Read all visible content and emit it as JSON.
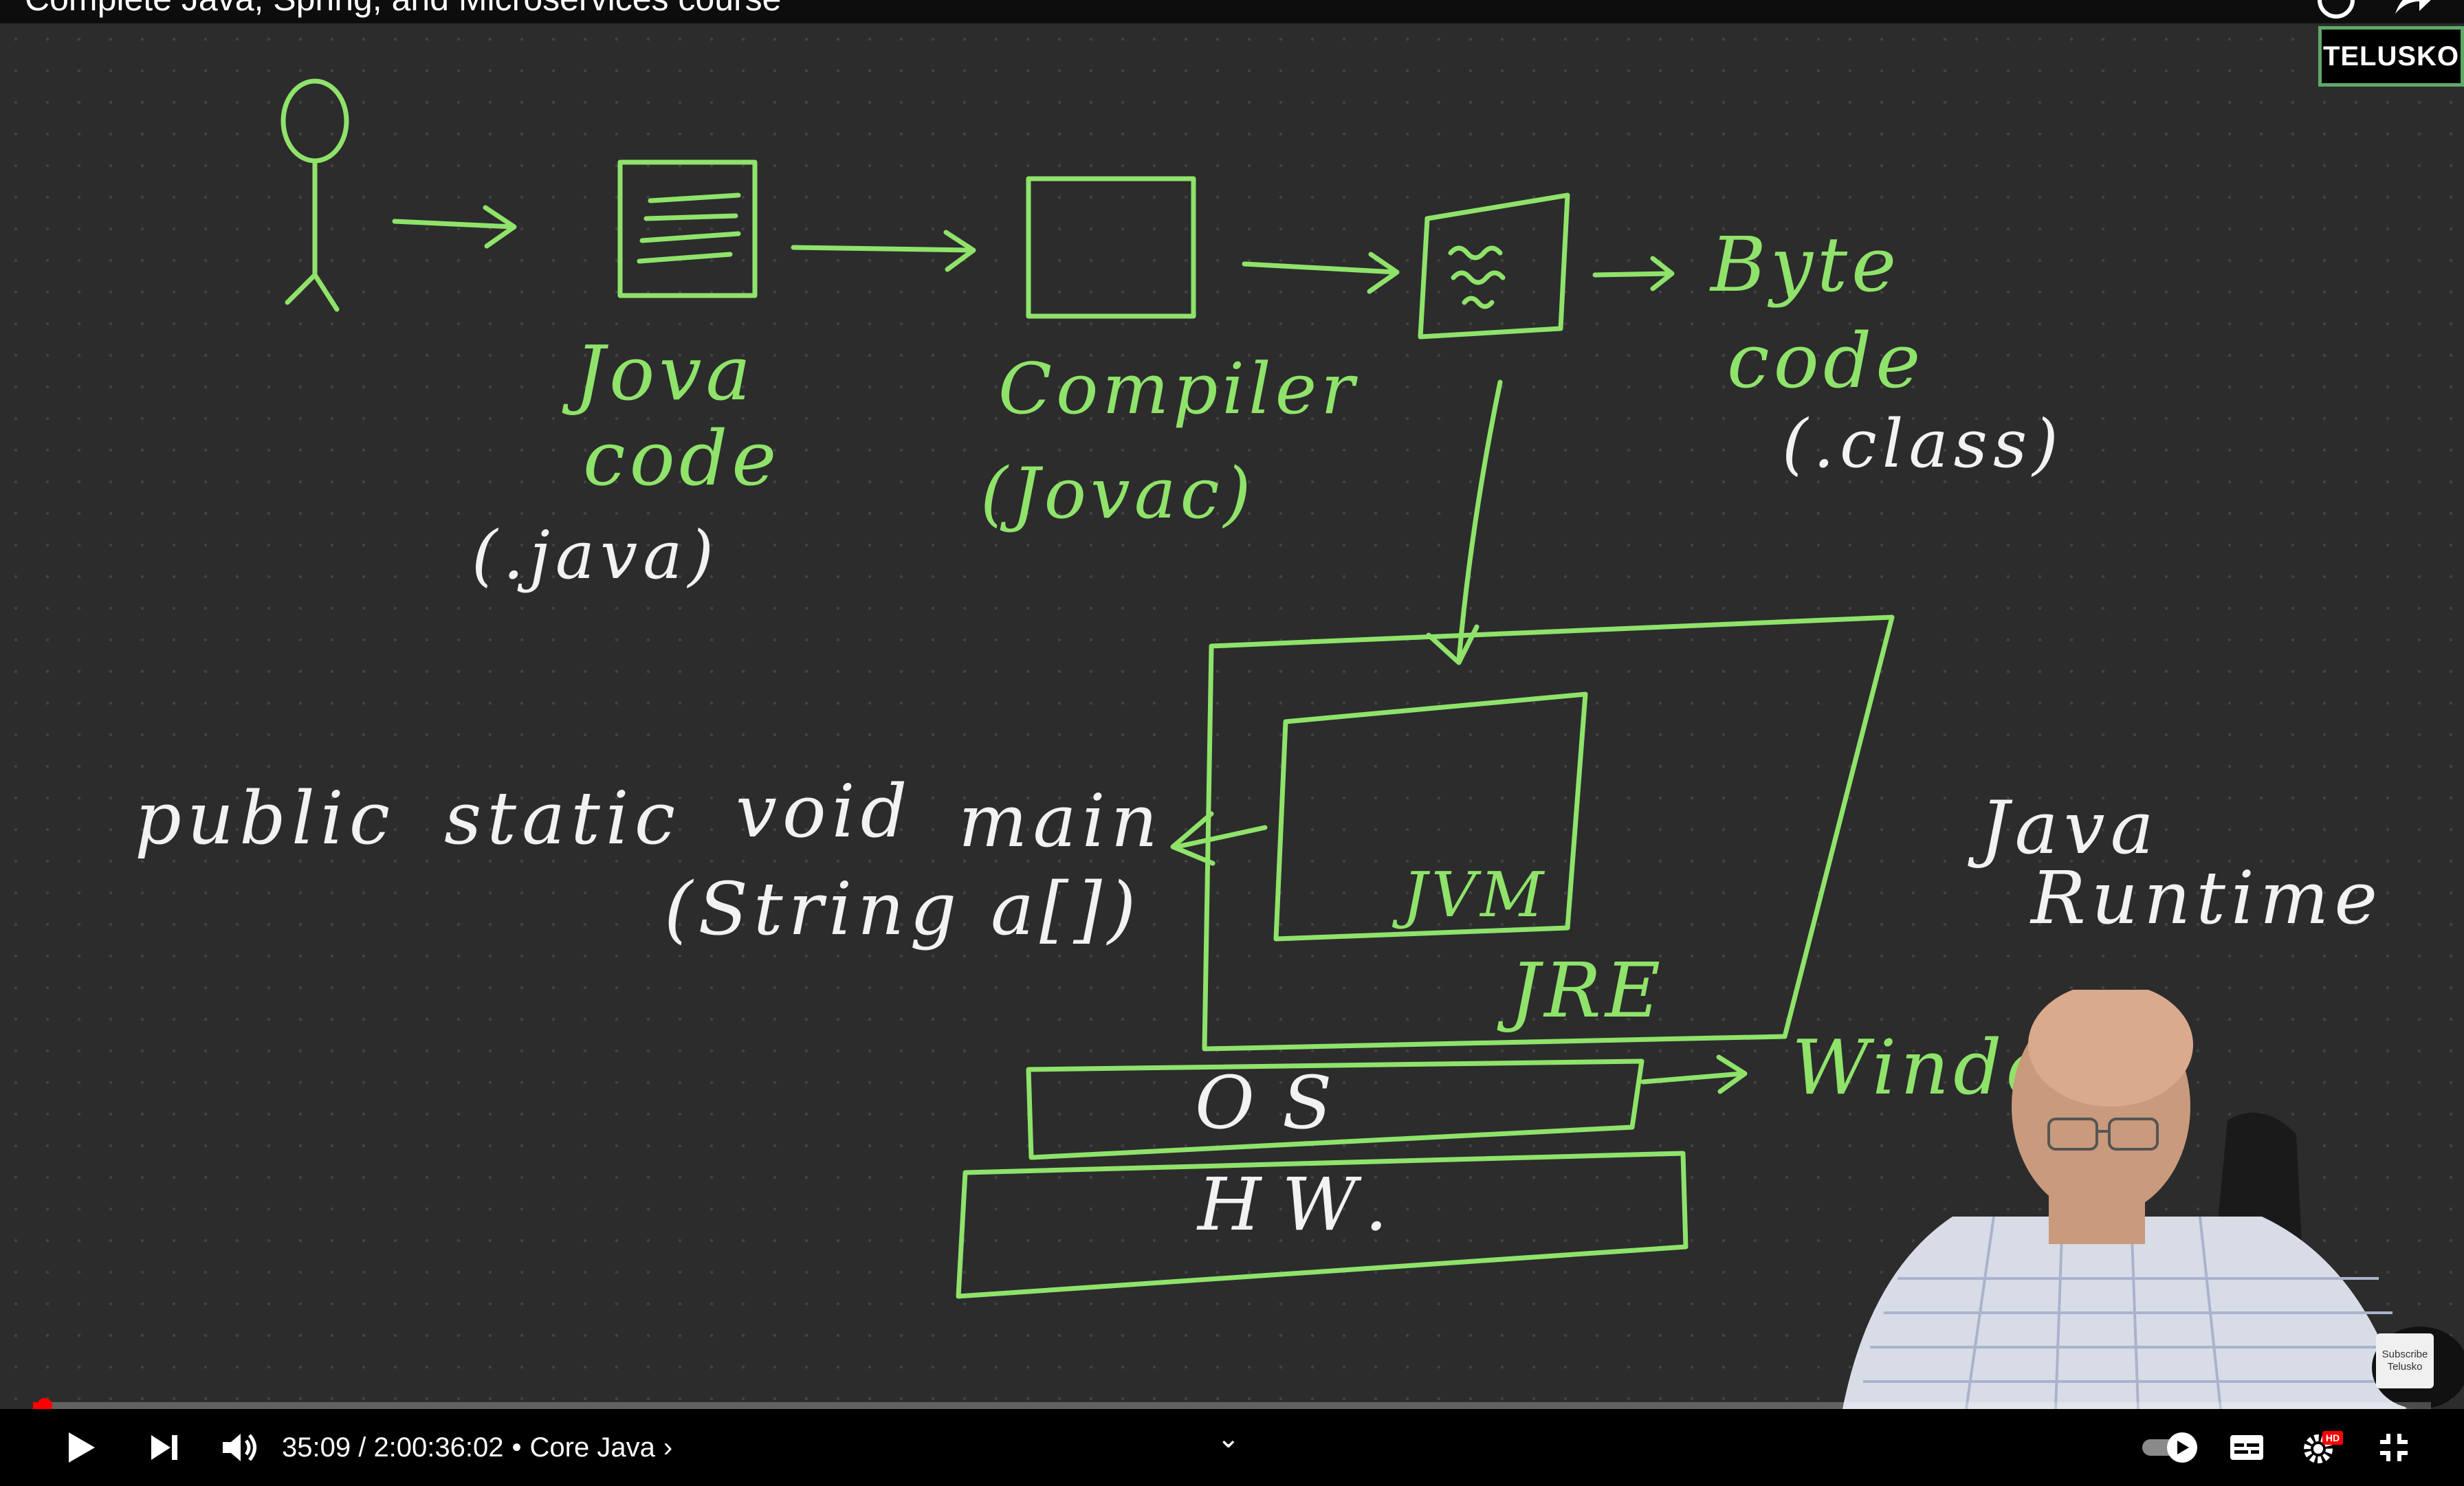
{
  "header": {
    "title": "Complete Java, Spring, and Microservices course",
    "watch_later_icon": "clock-icon",
    "share_icon": "share-arrow-icon"
  },
  "branding": {
    "logo_text": "TELUSKO",
    "subscribe_watermark": [
      "Subscribe",
      "Telusko"
    ]
  },
  "whiteboard": {
    "java_code": [
      "Jova",
      "code",
      "(.java)"
    ],
    "compiler": [
      "Compiler",
      "(Jovac)"
    ],
    "byte_code": [
      "Byte",
      "code",
      "(.class)"
    ],
    "main_signature": [
      "public",
      "static",
      "void",
      "main",
      "(String a[])"
    ],
    "jvm": "JVM",
    "jre": "JRE",
    "java_runtime": [
      "Java",
      "Runtime"
    ],
    "os": "OS",
    "windows": "Windows",
    "hw": "HW."
  },
  "player": {
    "progress": 0.0049,
    "time": "35:09 / 2:00:36:02",
    "separator": "•",
    "chapter": "Core Java",
    "play_icon": "play-icon",
    "next_icon": "next-icon",
    "volume_icon": "volume-icon",
    "autoplay_icon": "autoplay-toggle-icon",
    "captions_icon": "captions-icon",
    "settings_icon": "settings-gear-icon",
    "settings_badge": "HD",
    "exit_fullscreen_icon": "exit-fullscreen-icon"
  }
}
